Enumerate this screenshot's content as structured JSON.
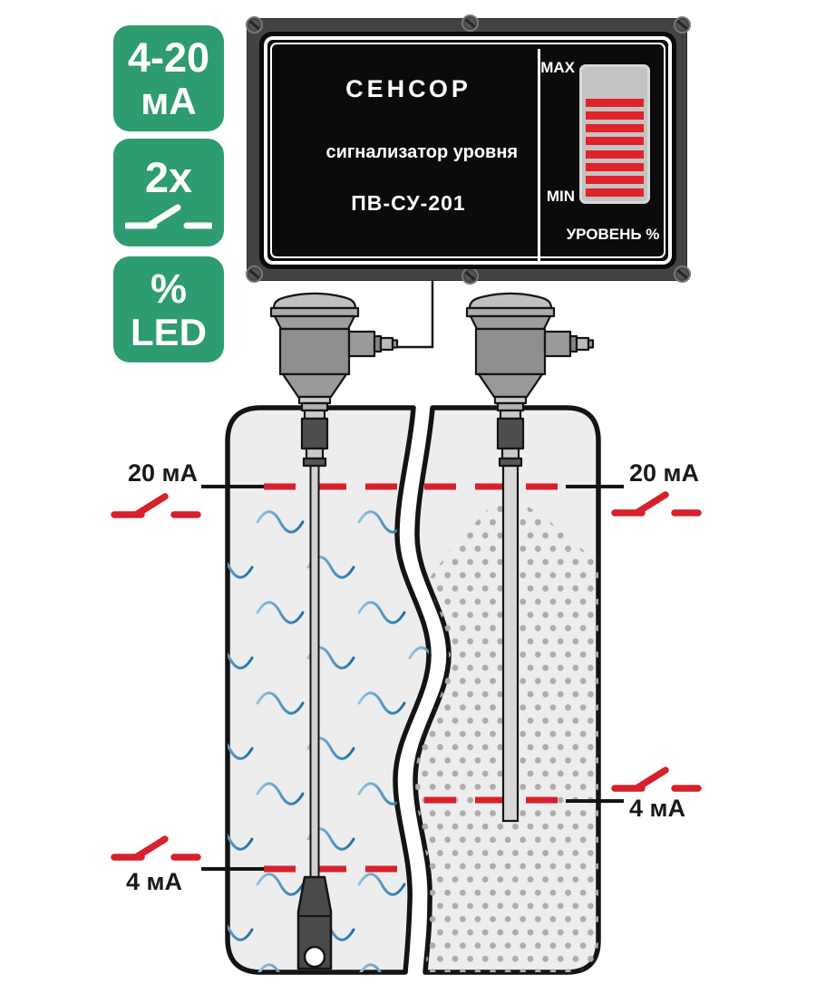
{
  "badges": [
    {
      "name": "current-range-badge",
      "line1": "4-20",
      "line2": "мА"
    },
    {
      "name": "relay-outputs-badge",
      "line1": "2x",
      "icon": "relay-contact-icon"
    },
    {
      "name": "led-level-badge",
      "line1": "%",
      "line2": "LED"
    }
  ],
  "panel": {
    "brand": "СЕНСОР",
    "subtitle": "сигнализатор уровня",
    "model": "ПВ-СУ-201",
    "indicator": {
      "max": "MAX",
      "min": "MIN",
      "caption": "УРОВЕНЬ %",
      "segments": 8,
      "filled_percent": 72
    }
  },
  "levels": {
    "left_high": "20 мА",
    "left_low": "4 мА",
    "right_high": "20 мА",
    "right_low": "4 мА"
  },
  "diagram": {
    "left_tank_medium": "liquid-waves",
    "right_tank_medium": "bulk-solid-granules",
    "sensor_count": 2
  },
  "icons": {
    "relay_contact": "relay-contact-icon",
    "screw": "screw-head-icon"
  },
  "colors": {
    "accent_green": "#2D9C6E",
    "signal_red": "#D7202B",
    "led_red": "#E0222A",
    "wave_blue_dark": "#1E6FA6",
    "wave_blue_light": "#96C3DF",
    "dot_gray": "#ACACAC",
    "tank_fill": "#EDEDED",
    "panel_frame": "#434343",
    "panel_face": "#0B0B0B"
  }
}
